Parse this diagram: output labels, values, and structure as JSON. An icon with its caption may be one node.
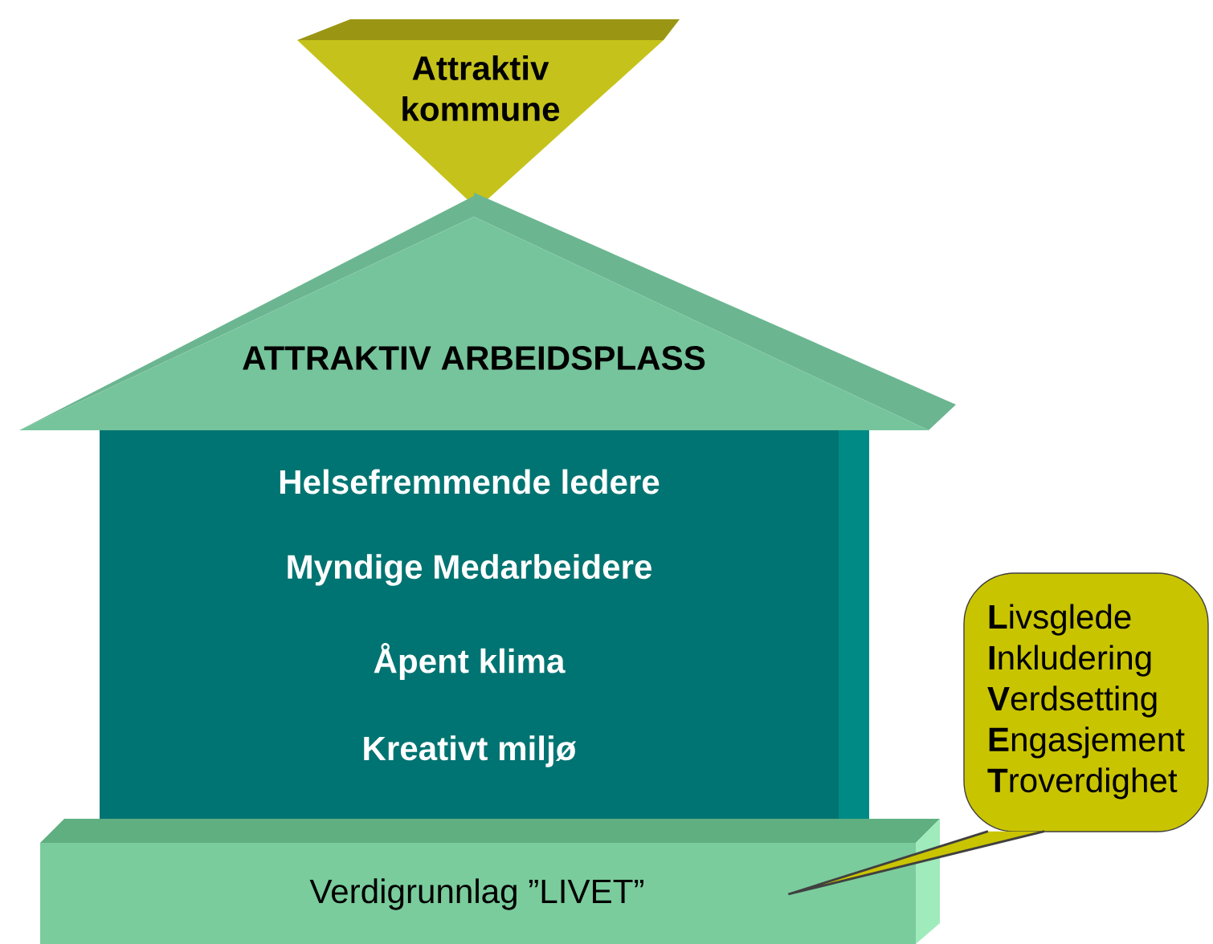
{
  "diagram": {
    "nodes": [
      {
        "text": [
          "Attraktiv kommune"
        ]
      },
      {
        "text": [
          "ATTRAKTIV ARBEIDSPLASS"
        ]
      },
      {
        "text": [
          "Helsefremmende ledere",
          "Myndige Medarbeidere",
          "Åpent klima",
          "Kreativt miljø"
        ]
      },
      {
        "text": [
          "Verdigrunnlag ”LIVET”"
        ]
      },
      {
        "text": [
          "**L**ivsglede",
          "**I**nkludering",
          "**V**erdsetting",
          "**E**ngasjement",
          "**T**roverdighet"
        ]
      }
    ],
    "edges": [
      {
        "from": 4,
        "to": 3,
        "arrow": "none"
      }
    ]
  }
}
